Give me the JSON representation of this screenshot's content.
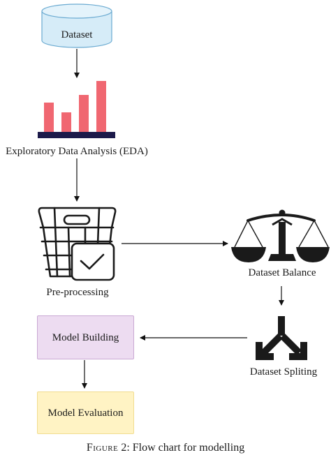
{
  "nodes": {
    "dataset": {
      "label": "Dataset"
    },
    "eda": {
      "label": "Exploratory Data Analysis (EDA)"
    },
    "preprocessing": {
      "label": "Pre-processing"
    },
    "balance": {
      "label": "Dataset Balance"
    },
    "splitting": {
      "label": "Dataset Spliting"
    },
    "model_building": {
      "label": "Model Building"
    },
    "model_evaluation": {
      "label": "Model Evaluation"
    }
  },
  "caption": {
    "figure_word": "Figure",
    "rest": " 2: Flow chart for modelling"
  },
  "colors": {
    "cylinder_fill": "#d6ecf8",
    "cylinder_stroke": "#6aaad1",
    "bar_fill": "#f06771",
    "bar_base": "#1c1a4a",
    "model_building_fill": "#eddcf1",
    "model_building_stroke": "#c9a8d3",
    "model_evaluation_fill": "#fff3c4",
    "model_evaluation_stroke": "#f1dc8e",
    "arrow": "#111111"
  },
  "icons": {
    "dataset": "database-cylinder-icon",
    "eda": "bar-chart-icon",
    "preprocessing": "basket-check-icon",
    "balance": "scales-icon",
    "splitting": "split-arrows-icon"
  }
}
